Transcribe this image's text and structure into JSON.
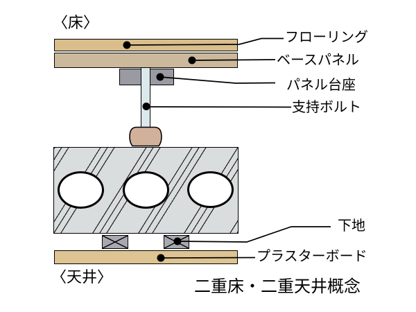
{
  "diagram": {
    "title_caption": "二重床・二重天井概念",
    "section_labels": {
      "floor": "〈床〉",
      "ceiling": "〈天井〉"
    },
    "callouts": [
      {
        "id": "flooring",
        "label": "フローリング"
      },
      {
        "id": "base-panel",
        "label": "ベースパネル"
      },
      {
        "id": "panel-pedestal",
        "label": "パネル台座"
      },
      {
        "id": "support-bolt",
        "label": "支持ボルト"
      },
      {
        "id": "substrate",
        "label": "下地"
      },
      {
        "id": "plasterboard",
        "label": "プラスターボード"
      }
    ]
  },
  "colors": {
    "flooring": "#d9be8c",
    "basepanel": "#ccb99c",
    "pedestal": "#9a9aa2",
    "bolt": "#dbe9ec",
    "foot": "#d2b19b",
    "slab": "#d9dddd",
    "block": "#a8a8b0",
    "board": "#dec492",
    "ink": "#000000"
  }
}
